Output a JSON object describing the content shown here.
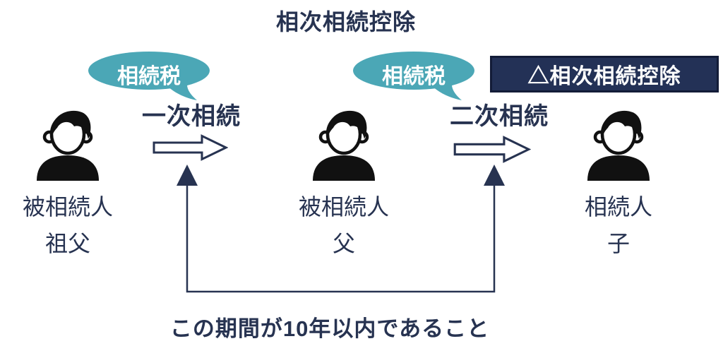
{
  "title": "相次相続控除",
  "tax_bubbles": {
    "first": "相続税",
    "second": "相続税"
  },
  "transfers": {
    "first": "一次相続",
    "second": "二次相続"
  },
  "deduction_box": {
    "label": "△相次相続控除"
  },
  "persons": [
    {
      "role": "被相続人",
      "name": "祖父"
    },
    {
      "role": "被相続人",
      "name": "父"
    },
    {
      "role": "相続人",
      "name": "子"
    }
  ],
  "period_note": "この期間が10年以内であること",
  "colors": {
    "navy": "#273351",
    "teal": "#4BA7B6",
    "box_bg": "#233156",
    "box_border": "#131C38",
    "icon": "#111111",
    "text_on_dark": "#FFFFFF"
  }
}
